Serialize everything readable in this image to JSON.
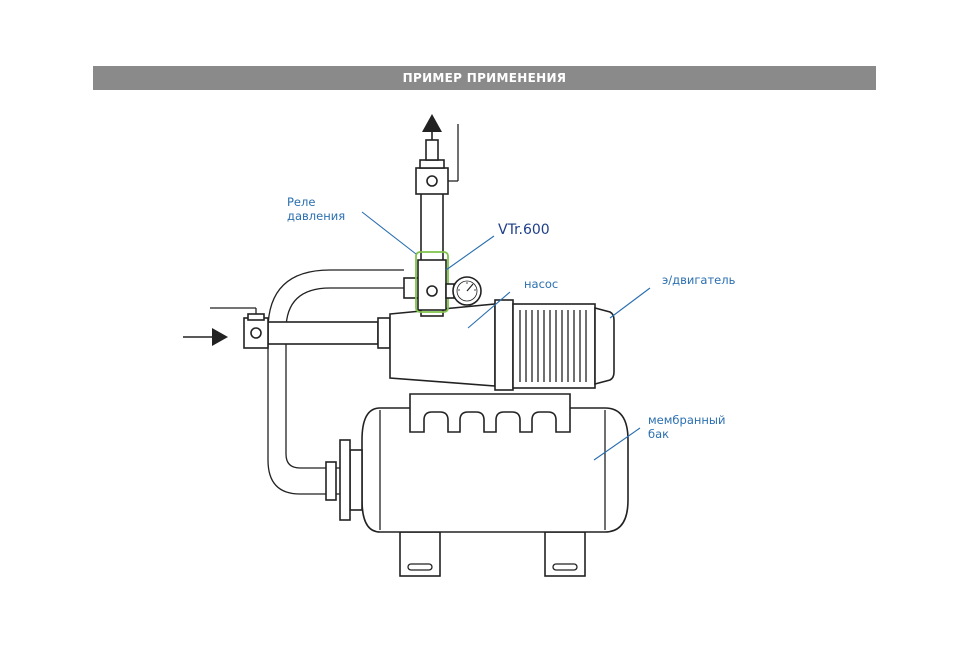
{
  "header": {
    "title": "ПРИМЕР ПРИМЕНЕНИЯ"
  },
  "labels": {
    "pressure_relay_line1": "Реле",
    "pressure_relay_line2": "давления",
    "model": "VTr.600",
    "pump": "насос",
    "motor": "э/двигатель",
    "tank_line1": "мембранный",
    "tank_line2": "бак"
  },
  "colors": {
    "header_bg": "#8a8a8a",
    "label_blue": "#2a6fb0",
    "model_blue": "#1f3f8a",
    "highlight_green": "#7fc24a"
  }
}
